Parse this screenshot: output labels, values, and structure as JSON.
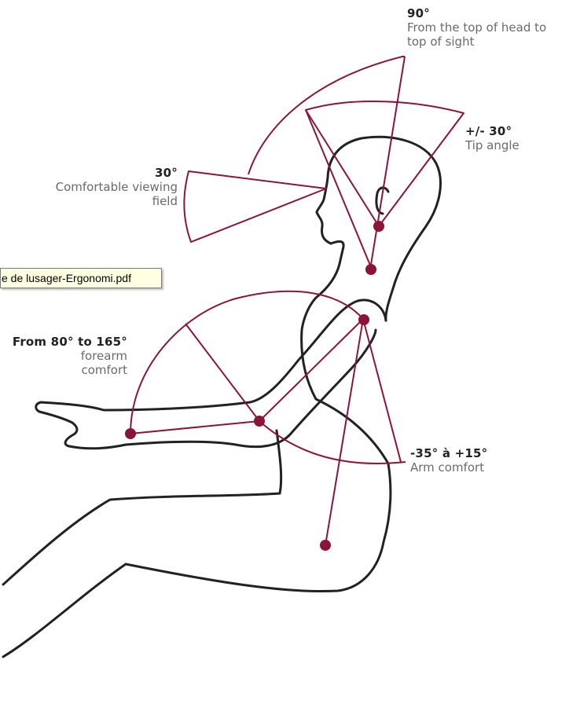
{
  "colors": {
    "accent": "#8b1538",
    "outline": "#222222",
    "muted": "#6a6a6a",
    "tooltip_bg": "#ffffe1"
  },
  "labels": {
    "head": {
      "angle": "90°",
      "line1": "From the top of head to",
      "line2": "top of sight"
    },
    "tip": {
      "angle": "+/- 30°",
      "desc": "Tip angle"
    },
    "viewing": {
      "angle": "30°",
      "line1": "Comfortable viewing",
      "line2": "field"
    },
    "forearm": {
      "angle": "From 80° to  165°",
      "line1": "forearm",
      "line2": "comfort"
    },
    "arm": {
      "angle": "-35° à +15°",
      "desc": "Arm comfort"
    }
  },
  "tooltip": {
    "text": "e de lusager-Ergonomi.pdf"
  }
}
